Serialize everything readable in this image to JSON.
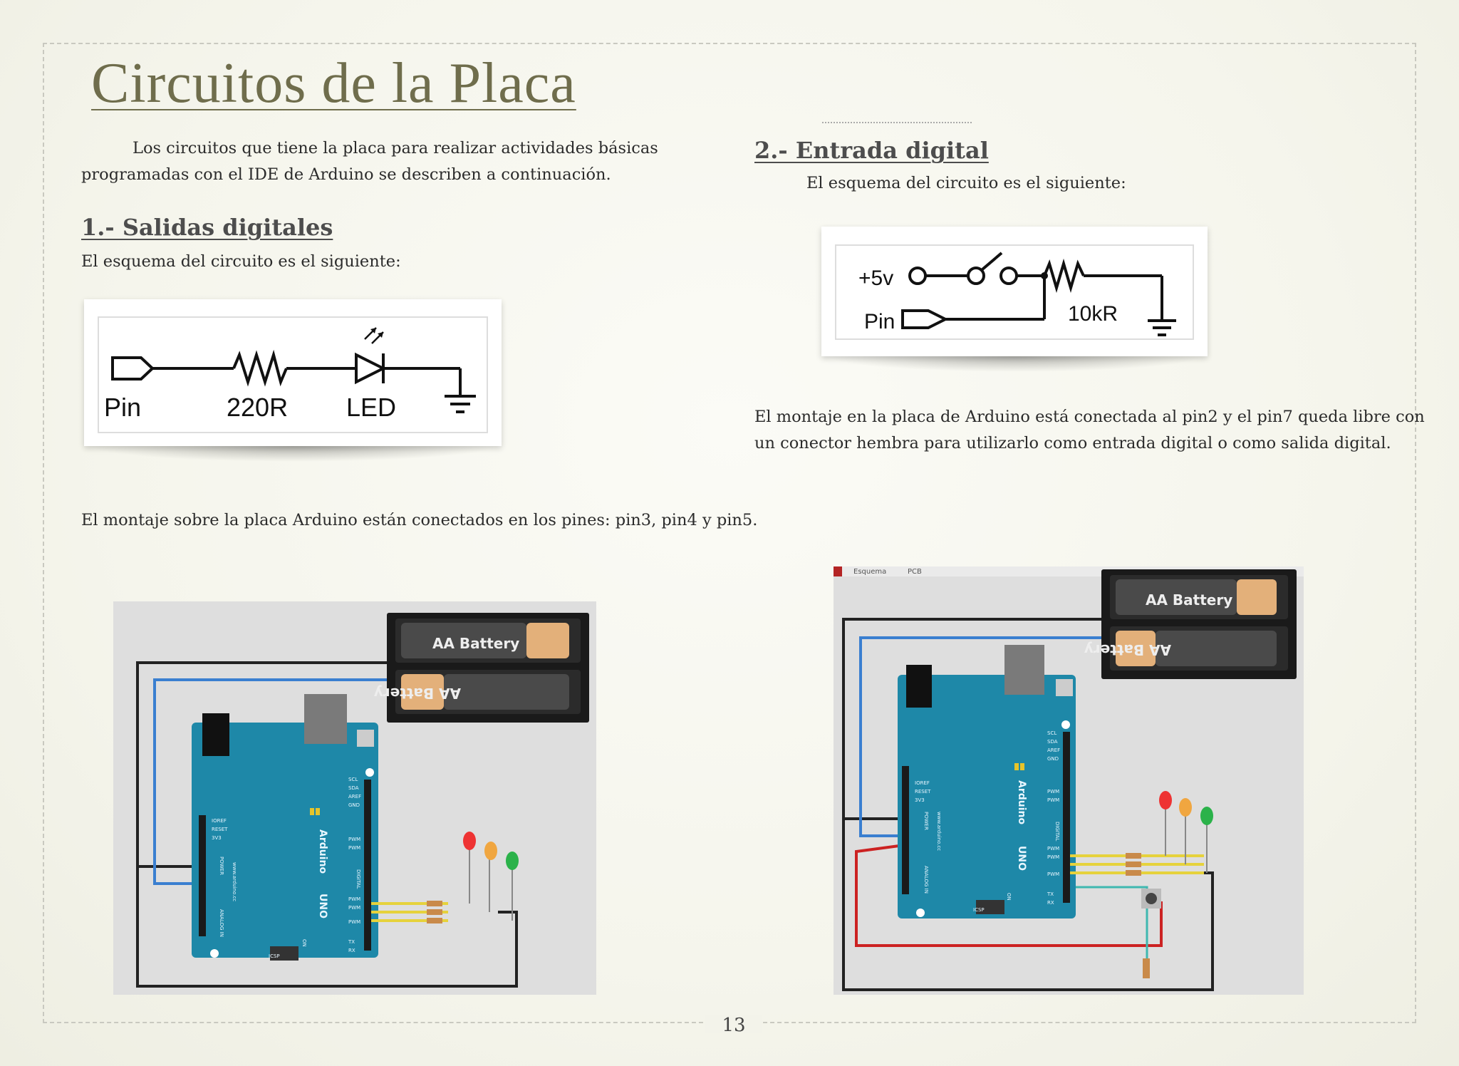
{
  "page": {
    "title": "Circuitos de la Placa",
    "page_number": "13"
  },
  "intro": {
    "line1": "Los circuitos que tiene la placa para realizar actividades básicas",
    "line2": "programadas con el IDE de Arduino se describen a continuación."
  },
  "section1": {
    "heading": "1.- Salidas digitales",
    "subtitle": "El esquema del circuito es el siguiente:",
    "schematic": {
      "pin_label": "Pin",
      "resistor_label": "220R",
      "led_label": "LED"
    },
    "montaje": "El montaje sobre la placa Arduino están conectados en los pines: pin3, pin4 y pin5."
  },
  "section2": {
    "heading": "2.- Entrada digital",
    "subtitle": "El esquema del circuito es el siguiente:",
    "schematic": {
      "vcc_label": "+5v",
      "pin_label": "Pin",
      "resistor_label": "10kR"
    },
    "montaje_line1": "El montaje en la placa de Arduino está conectada al pin2 y el pin7 queda libre con",
    "montaje_line2": "un conector hembra para utilizarlo como entrada digital o como salida digital."
  },
  "breadboard": {
    "battery_label": "AA Battery",
    "board_brand": "Arduino",
    "board_model": "UNO",
    "board_site": "www.arduino.cc",
    "tab_schematic": "Esquema",
    "tab_pcb": "PCB",
    "pin_ioref": "IOREF",
    "pin_reset": "RESET",
    "pin_3v3": "3V3",
    "pin_scl": "SCL",
    "pin_sda": "SDA",
    "pin_aref": "AREF",
    "pin_gnd": "GND",
    "label_power": "POWER",
    "label_analog": "ANALOG IN",
    "label_digital": "DIGITAL",
    "label_pwm": "PWM",
    "label_tx": "TX",
    "label_rx": "RX",
    "label_icsp": "ICSP",
    "label_on": "ON"
  },
  "colors": {
    "title": "#6f6d4c",
    "board": "#1e88a8",
    "wire_blue": "#3a7fd0",
    "wire_red": "#cc2222",
    "wire_yellow": "#e6d23c"
  }
}
